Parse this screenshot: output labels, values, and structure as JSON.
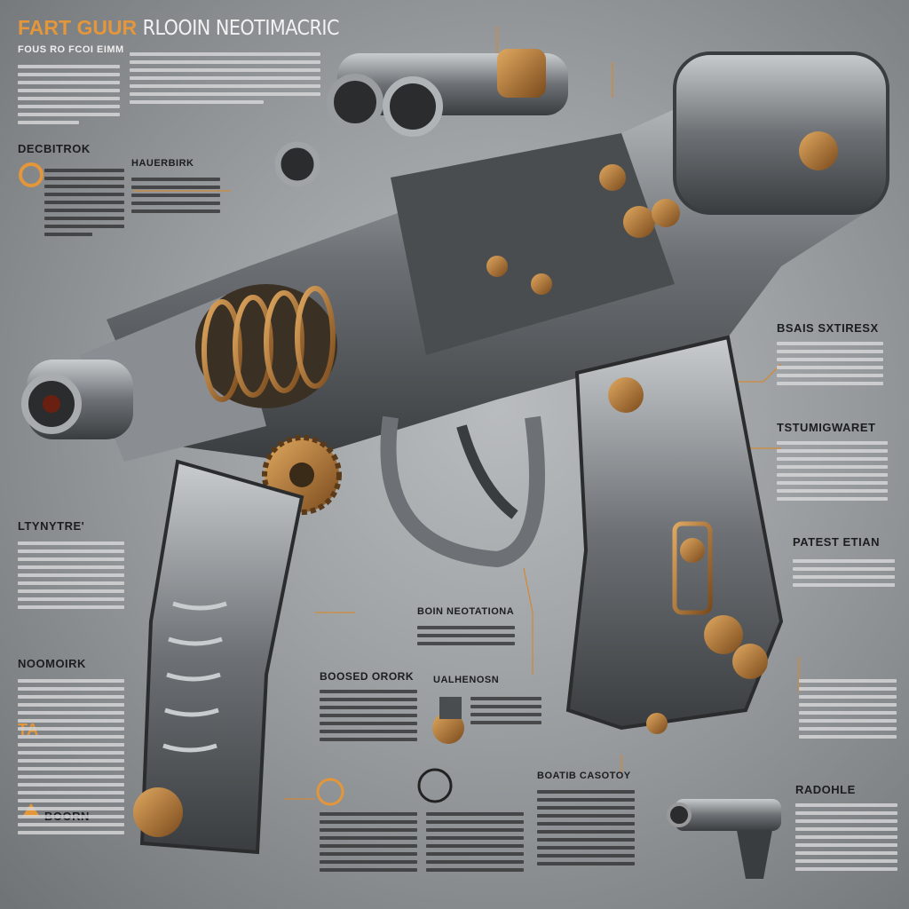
{
  "title": {
    "accent": "FART GUUR",
    "rest": "RLOOIN NEOTIMACRIC"
  },
  "headings": {
    "left1": "FOUS RO FCOI EIMM",
    "left2": "DECBITROK",
    "left3": "LTYNYTRE'",
    "left4": "NOOMOIRK",
    "left5": "TA",
    "left6": "BOORN",
    "mid1": "HAUERBIRK",
    "mid2": "BOIN NEOTATIONA",
    "mid3": "BOOSED ORORK",
    "mid4": "UALHENOSN",
    "mid5": "BOATIB CASOTOY",
    "right1": "BSAIS SXTIRESX",
    "right2": "TSTUMIGWARET",
    "right3": "PATEST ETIAN",
    "right4": "RADOHLE"
  },
  "colors": {
    "accent": "#e3963a",
    "metal": "#7c8084",
    "bronze": "#b07a3c"
  },
  "icons": [
    "gear-icon",
    "gun-thumbnail-icon",
    "warning-triangle-icon"
  ]
}
